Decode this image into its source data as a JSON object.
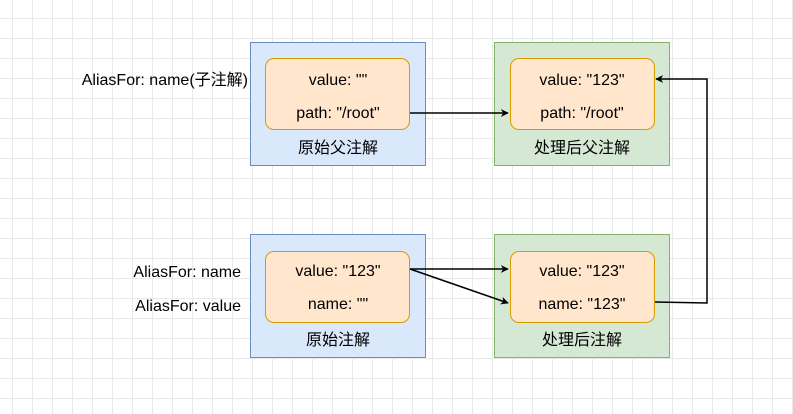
{
  "orig_parent": {
    "caption": "原始父注解",
    "line1": "value: \"\"",
    "line2": "path: \"/root\"",
    "side_label": "AliasFor: name(子注解)"
  },
  "processed_parent": {
    "caption": "处理后父注解",
    "line1": "value: \"123\"",
    "line2": "path: \"/root\""
  },
  "orig_child": {
    "caption": "原始注解",
    "line1": "value: \"123\"",
    "line2": "name: \"\"",
    "side_label1": "AliasFor: name",
    "side_label2": "AliasFor: value"
  },
  "processed_child": {
    "caption": "处理后注解",
    "line1": "value: \"123\"",
    "line2": "name: \"123\""
  },
  "colors": {
    "original_fill": "#dae8fc",
    "original_stroke": "#6c8ebf",
    "processed_fill": "#d5e8d4",
    "processed_stroke": "#82b366",
    "field_fill": "#ffe6cc",
    "field_stroke": "#d79b00"
  }
}
